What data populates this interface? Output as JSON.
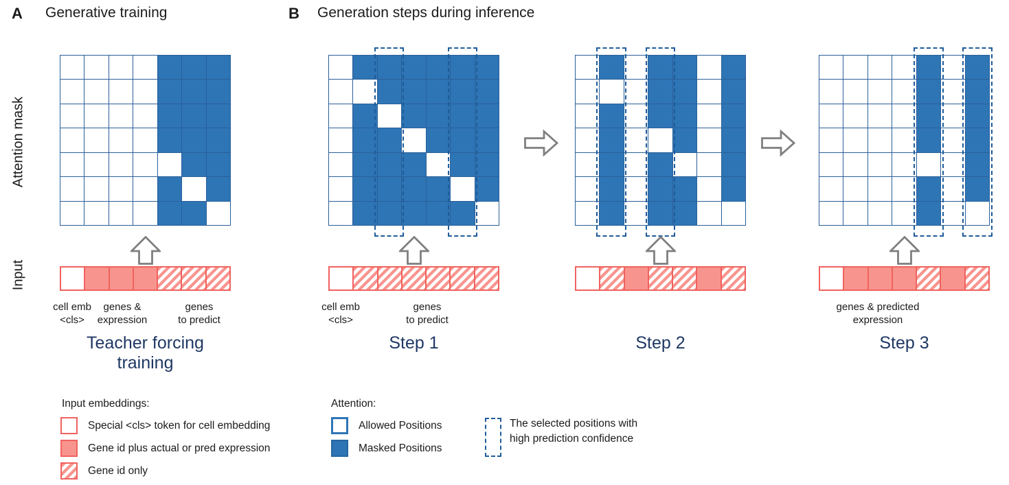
{
  "colors": {
    "masked_blue": "#2E75B6",
    "grid_line_blue": "#2A5F98",
    "dashed_outline_blue": "#1F5C9A",
    "caption_navy": "#1F3864",
    "salmon_fill": "#F8948E",
    "salmon_border": "#F0625E",
    "arrow_gray": "#7F7F7F"
  },
  "header": {
    "a_label": "A",
    "a_title": "Generative training",
    "b_label": "B",
    "b_title": "Generation steps during inference"
  },
  "side_labels": {
    "attention_mask": "Attention mask",
    "input": "Input"
  },
  "figures": [
    {
      "id": "teacher",
      "caption": "Teacher forcing training",
      "mask": [
        "0000111",
        "0000111",
        "0000111",
        "0000111",
        "0000011",
        "0000101",
        "0000110"
      ],
      "dashed_cols": [],
      "input": [
        "cls",
        "solid",
        "solid",
        "solid",
        "hatch",
        "hatch",
        "hatch"
      ],
      "input_labels": [
        {
          "lines": [
            "cell emb",
            "<cls>"
          ]
        },
        {
          "lines": [
            "genes &",
            "expression"
          ]
        },
        {
          "lines": [
            "genes",
            "to predict"
          ]
        }
      ]
    },
    {
      "id": "step1",
      "caption": "Step 1",
      "mask": [
        "0111111",
        "0011111",
        "0101111",
        "0110111",
        "0111011",
        "0111101",
        "0111110"
      ],
      "dashed_cols": [
        2,
        5
      ],
      "input": [
        "cls",
        "hatch",
        "hatch",
        "hatch",
        "hatch",
        "hatch",
        "hatch"
      ],
      "input_labels": [
        {
          "lines": [
            "cell emb",
            "<cls>"
          ]
        },
        {
          "lines": [
            "genes",
            "to predict"
          ]
        }
      ]
    },
    {
      "id": "step2",
      "caption": "Step 2",
      "mask": [
        "0101101",
        "0001101",
        "0101101",
        "0100101",
        "0101001",
        "0101101",
        "0101100"
      ],
      "dashed_cols": [
        1,
        3
      ],
      "input": [
        "cls",
        "hatch",
        "solid",
        "hatch",
        "hatch",
        "solid",
        "hatch"
      ],
      "input_labels": []
    },
    {
      "id": "step3",
      "caption": "Step 3",
      "mask": [
        "0000101",
        "0000101",
        "0000101",
        "0000101",
        "0000001",
        "0000101",
        "0000100"
      ],
      "dashed_cols": [
        4,
        6
      ],
      "input": [
        "cls",
        "solid",
        "solid",
        "solid",
        "hatch",
        "solid",
        "hatch"
      ],
      "input_labels": [
        {
          "lines": [
            "genes & predicted",
            "expression"
          ]
        }
      ]
    }
  ],
  "legend": {
    "input_title": "Input embeddings:",
    "input_items": [
      {
        "swatch": "cls",
        "label": "Special <cls> token for cell embedding"
      },
      {
        "swatch": "solid",
        "label": "Gene id plus actual or pred expression"
      },
      {
        "swatch": "hatch",
        "label": "Gene id only"
      }
    ],
    "attention_title": "Attention:",
    "attention_items": [
      {
        "swatch": "allowed",
        "label": "Allowed Positions"
      },
      {
        "swatch": "masked",
        "label": "Masked Positions"
      }
    ],
    "selected_lines": [
      "The selected positions with",
      "high prediction confidence"
    ]
  }
}
